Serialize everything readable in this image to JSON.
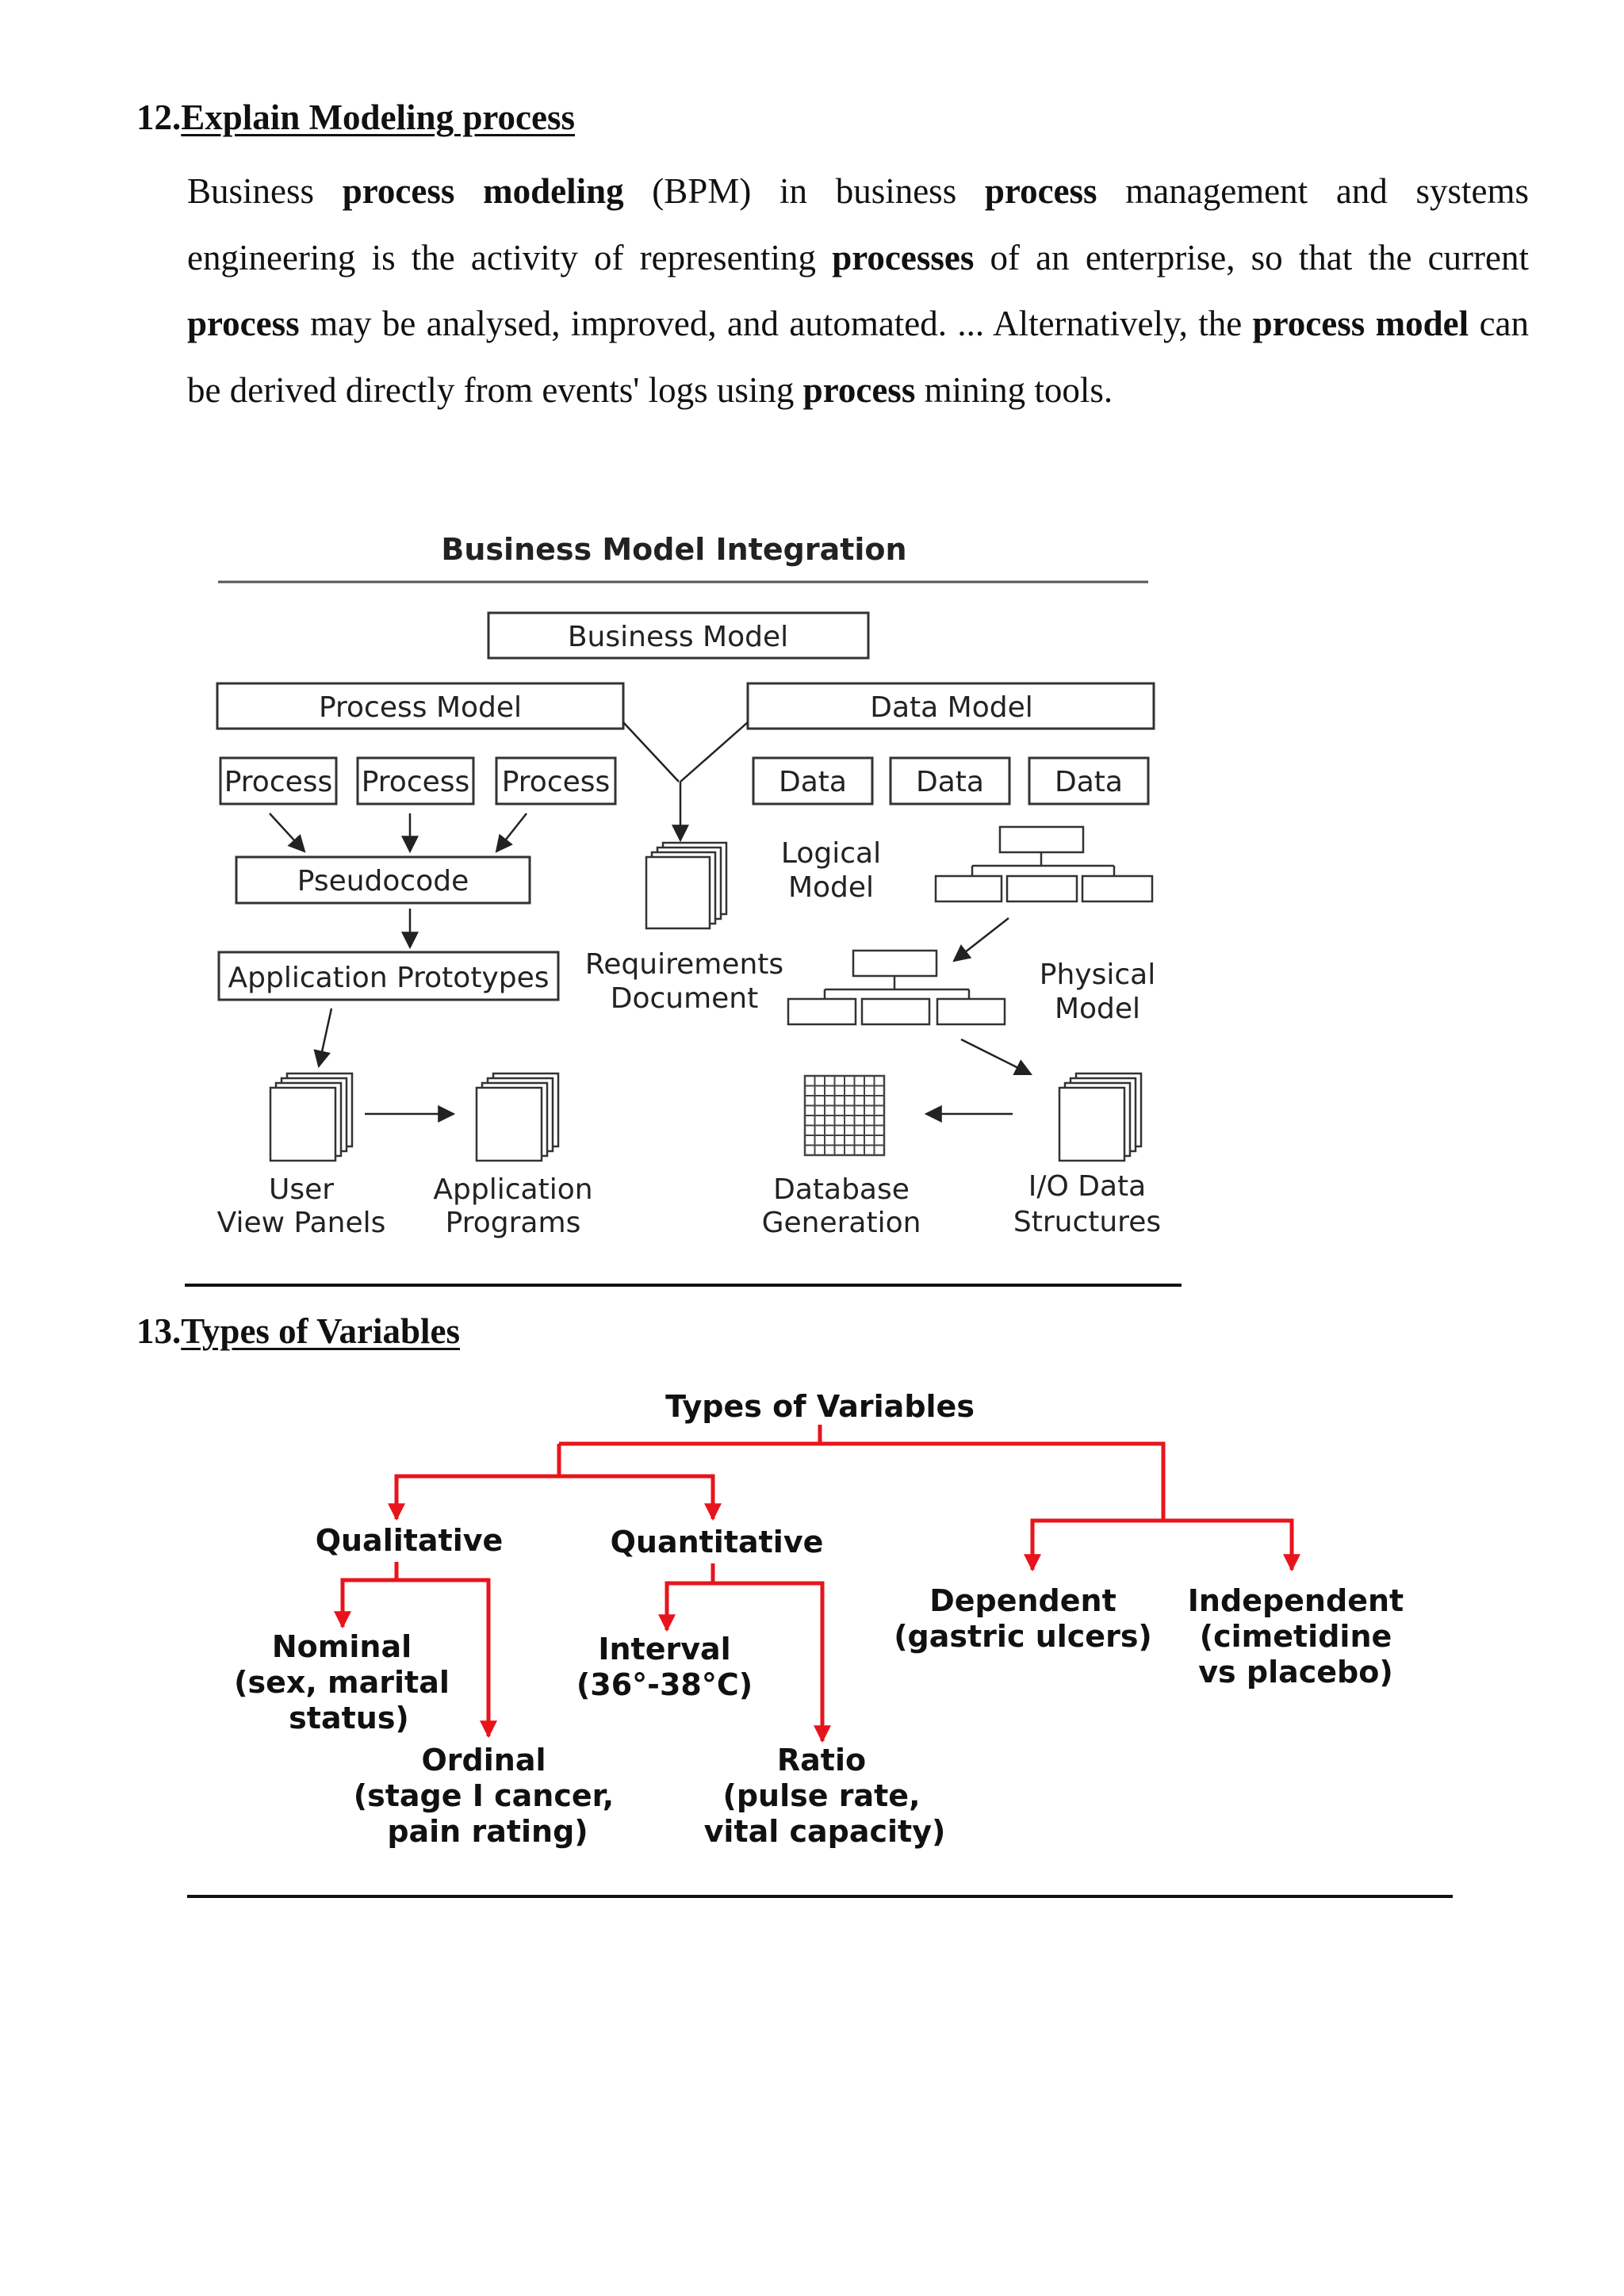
{
  "section12": {
    "number": "12.",
    "title": "Explain Modeling process",
    "paragraph": [
      {
        "t": "Business ",
        "b": false
      },
      {
        "t": "process",
        "b": true
      },
      {
        "t": " ",
        "b": false
      },
      {
        "t": "modeling",
        "b": true
      },
      {
        "t": " (BPM) in business ",
        "b": false
      },
      {
        "t": "process",
        "b": true
      },
      {
        "t": " management and systems engineering is the activity of representing ",
        "b": false
      },
      {
        "t": "processes",
        "b": true
      },
      {
        "t": " of an enterprise, so that the current ",
        "b": false
      },
      {
        "t": "process",
        "b": true
      },
      {
        "t": " may be analysed, improved, and automated. ... Alternatively, the ",
        "b": false
      },
      {
        "t": "process",
        "b": true
      },
      {
        "t": " ",
        "b": false
      },
      {
        "t": "model",
        "b": true
      },
      {
        "t": " can be derived directly from events' logs using ",
        "b": false
      },
      {
        "t": "process",
        "b": true
      },
      {
        "t": " mining tools.",
        "b": false
      }
    ]
  },
  "bmi": {
    "title": "Business Model Integration",
    "business_model": "Business Model",
    "process_model": "Process Model",
    "data_model": "Data Model",
    "process_boxes": [
      "Process",
      "Process",
      "Process"
    ],
    "data_boxes": [
      "Data",
      "Data",
      "Data"
    ],
    "pseudocode": "Pseudocode",
    "app_prototypes": "Application Prototypes",
    "requirements": [
      "Requirements",
      "Document"
    ],
    "logical_model": [
      "Logical",
      "Model"
    ],
    "physical_model": [
      "Physical",
      "Model"
    ],
    "user_view_panels": [
      "User",
      "View Panels"
    ],
    "application_programs": [
      "Application",
      "Programs"
    ],
    "database_generation": [
      "Database",
      "Generation"
    ],
    "io_data_structures": [
      "I/O Data",
      "Structures"
    ]
  },
  "section13": {
    "number": "13.",
    "title": "Types of Variables"
  },
  "tov": {
    "title": "Types of Variables",
    "qualitative": "Qualitative",
    "quantitative": "Quantitative",
    "dependent": [
      "Dependent",
      "(gastric ulcers)"
    ],
    "independent": [
      "Independent",
      "(cimetidine",
      "vs placebo)"
    ],
    "nominal": [
      "Nominal",
      "(sex, marital",
      "status)"
    ],
    "ordinal": [
      "Ordinal",
      "(stage I cancer,",
      "pain rating)"
    ],
    "interval": [
      "Interval",
      "(36°-38°C)"
    ],
    "ratio": [
      "Ratio",
      "(pulse rate,",
      "vital capacity)"
    ],
    "arrow_color": "#e8141c"
  }
}
